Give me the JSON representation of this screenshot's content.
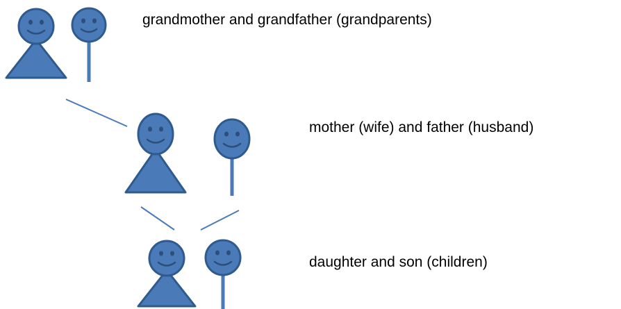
{
  "labels": {
    "grandparents": "grandmother and grandfather (grandparents)",
    "parents": "mother (wife) and father (husband)",
    "children": "daughter and son (children)"
  },
  "colors": {
    "fill": "#4a7ab8",
    "stroke": "#2f5a8d",
    "face": "#2b4f7a",
    "connector": "#4a7ab8"
  },
  "figures": {
    "grandmother": "female-person-icon",
    "grandfather": "male-person-icon",
    "mother": "female-person-icon",
    "father": "male-person-icon",
    "daughter": "female-person-icon",
    "son": "male-person-icon"
  }
}
